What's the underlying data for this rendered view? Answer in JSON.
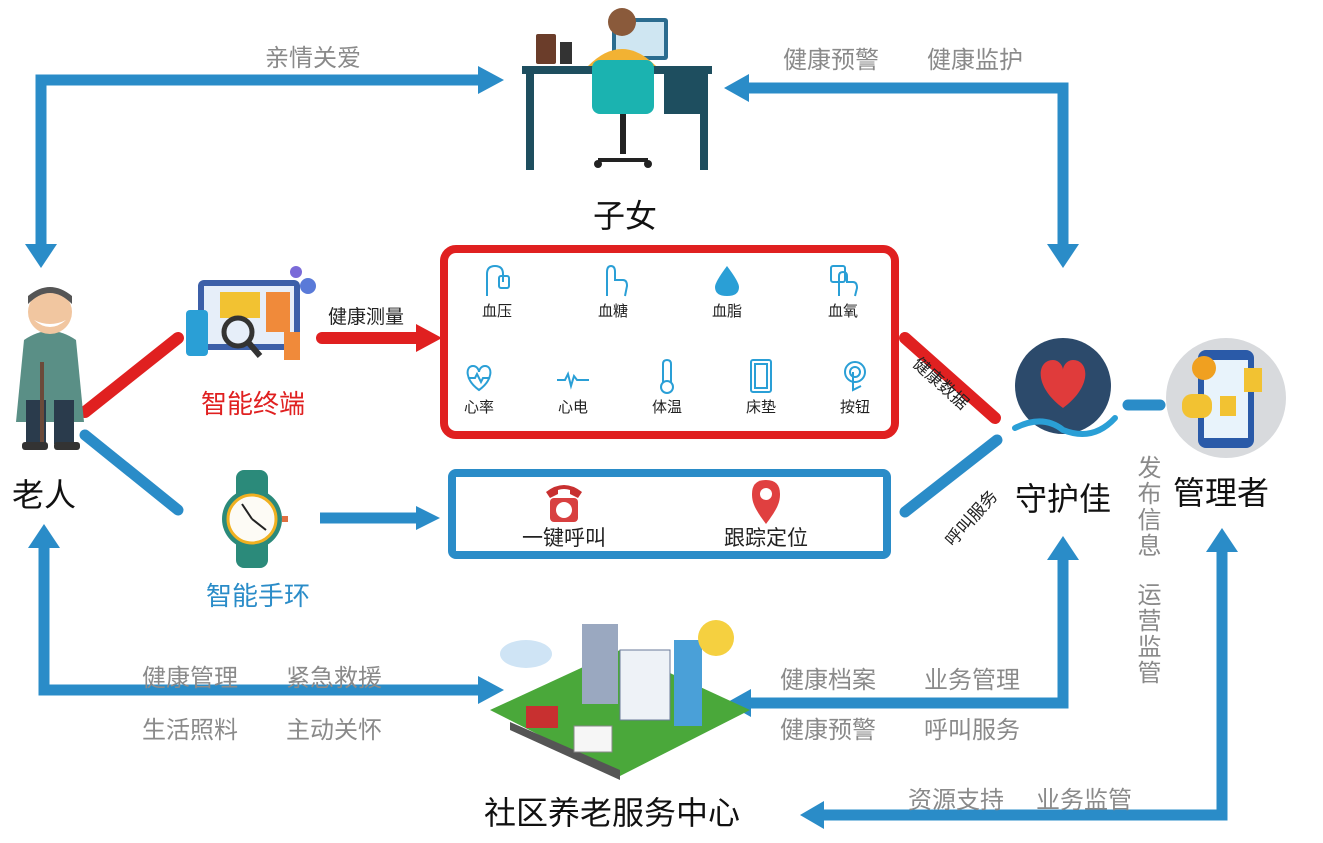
{
  "nodes": {
    "children": "子女",
    "elder": "老人",
    "guardian": "守护佳",
    "manager": "管理者",
    "community": "社区养老服务中心"
  },
  "devices": {
    "terminal": "智能终端",
    "bracelet": "智能手环"
  },
  "flows": {
    "family_love": "亲情关爱",
    "health_warning_top": "健康预警",
    "health_monitor": "健康监护",
    "health_measure": "健康测量",
    "health_data": "健康数据",
    "call_service_link": "呼叫服务",
    "publish_info": "发布信息",
    "ops_supervision": "运营监管",
    "health_mgmt": "健康管理",
    "emergency_rescue": "紧急救援",
    "life_care": "生活照料",
    "active_care": "主动关怀",
    "health_records": "健康档案",
    "business_mgmt": "业务管理",
    "health_warning_bottom": "健康预警",
    "call_service": "呼叫服务",
    "resource_support": "资源支持",
    "business_supervision": "业务监管"
  },
  "measurements": [
    {
      "label": "血压",
      "icon": "blood-pressure-icon"
    },
    {
      "label": "血糖",
      "icon": "blood-sugar-icon"
    },
    {
      "label": "血脂",
      "icon": "blood-lipid-icon"
    },
    {
      "label": "血氧",
      "icon": "blood-oxygen-icon"
    },
    {
      "label": "心率",
      "icon": "heart-rate-icon"
    },
    {
      "label": "心电",
      "icon": "ecg-icon"
    },
    {
      "label": "体温",
      "icon": "thermometer-icon"
    },
    {
      "label": "床垫",
      "icon": "mattress-icon"
    },
    {
      "label": "按钮",
      "icon": "button-icon"
    }
  ],
  "bracelet_features": [
    {
      "label": "一键呼叫",
      "icon": "phone-icon"
    },
    {
      "label": "跟踪定位",
      "icon": "location-pin-icon"
    }
  ],
  "colors": {
    "blue": "#2a8cc8",
    "red": "#e02020",
    "measure_blue": "#2a9fd6",
    "grey_text": "#8a8a8a"
  }
}
